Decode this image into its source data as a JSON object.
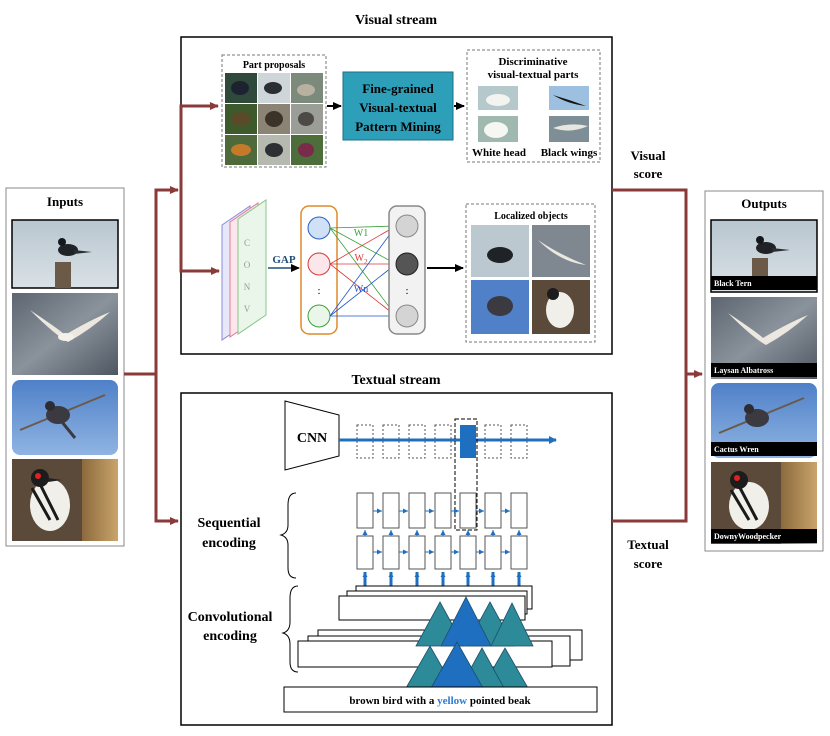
{
  "titles": {
    "visual_stream": "Visual stream",
    "textual_stream": "Textual stream",
    "inputs": "Inputs",
    "outputs": "Outputs"
  },
  "visual": {
    "part_proposals": "Part proposals",
    "mining_line1": "Fine-grained",
    "mining_line2": "Visual-textual",
    "mining_line3": "Pattern Mining",
    "disc_line1": "Discriminative",
    "disc_line2": "visual-textual parts",
    "white_head": "White head",
    "black_wings": "Black wings",
    "conv_letters": [
      "C",
      "O",
      "N",
      "V"
    ],
    "gap": "GAP",
    "w1": "W1",
    "w2": "W",
    "w2_sub": "2",
    "wn": "Wn",
    "dots": ":",
    "localized": "Localized objects"
  },
  "scores": {
    "visual_line1": "Visual",
    "visual_line2": "score",
    "textual_line1": "Textual",
    "textual_line2": "score"
  },
  "textual": {
    "cnn": "CNN",
    "seq_line1": "Sequential",
    "seq_line2": "encoding",
    "conv_line1": "Convolutional",
    "conv_line2": "encoding",
    "sentence_before": "brown bird with a ",
    "sentence_highlight": "yellow",
    "sentence_after": " pointed beak"
  },
  "outputs": {
    "labels": [
      "Black Tern",
      "Laysan Albatross",
      "Cactus Wren",
      "DownyWoodpecker"
    ]
  },
  "colors": {
    "arrow": "#8b3a3a",
    "mining_box": "#2e9fb8",
    "blue": "#1f6fc0",
    "teal": "#2d8a98",
    "gap": "#1f4e79",
    "w1": "#3aa03a",
    "w2": "#e03a3a",
    "wn": "#2255cc",
    "highlight": "#2a7bd4"
  }
}
